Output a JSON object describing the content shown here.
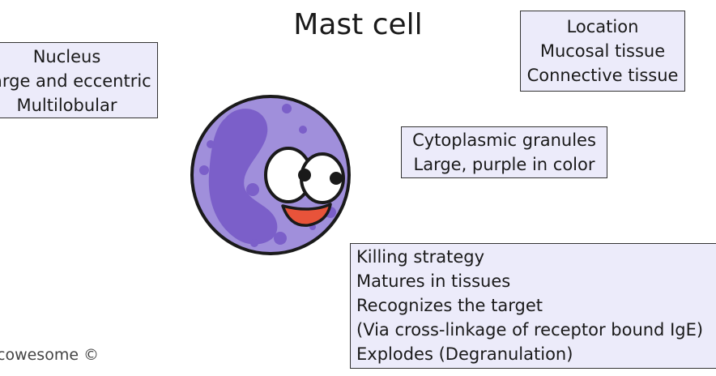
{
  "title": "Mast cell",
  "nucleus": {
    "heading": "Nucleus",
    "lines": [
      "Large and eccentric",
      "Multilobular"
    ]
  },
  "location": {
    "heading": "Location",
    "lines": [
      "Mucosal tissue",
      "Connective tissue"
    ]
  },
  "granules": {
    "heading": "Cytoplasmic granules",
    "lines": [
      "Large, purple in color"
    ]
  },
  "killing": {
    "heading": "Killing strategy",
    "lines": [
      "Matures in tissues",
      "Recognizes the target",
      "(Via cross-linkage of receptor bound IgE)",
      "Explodes (Degranulation)"
    ]
  },
  "watermark": "cowesome ©",
  "colors": {
    "cell_fill": "#a08fdb",
    "nucleus_fill": "#7b5fc9",
    "granule_fill": "#7b5fc9",
    "box_fill": "#ecebfa",
    "mouth_fill": "#e8533a"
  }
}
